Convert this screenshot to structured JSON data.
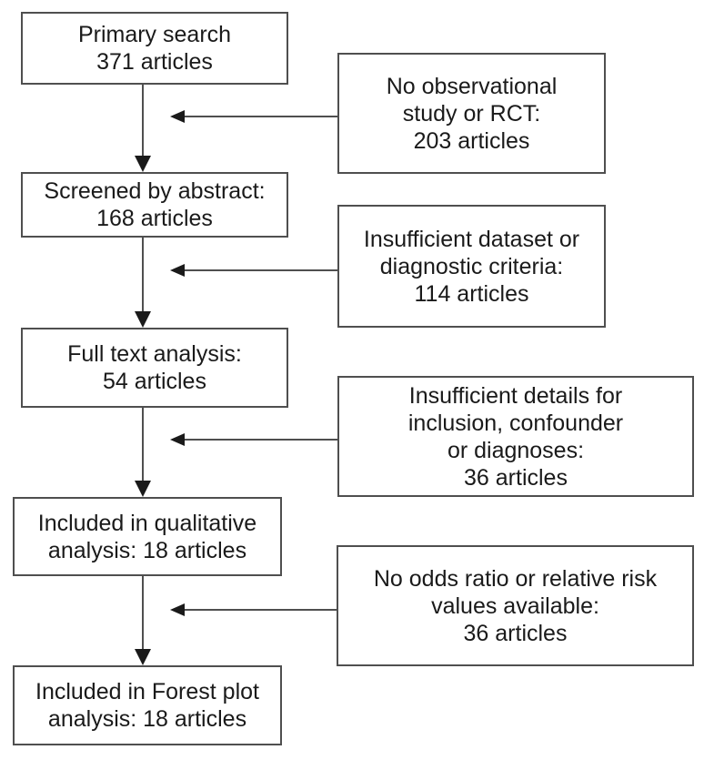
{
  "diagram": {
    "type": "flowchart",
    "description": "Article screening flow diagram",
    "colors": {
      "background": "#ffffff",
      "box_border": "#4f4f4f",
      "connector_line": "#4f4f4f",
      "arrowhead": "#1a1a1a",
      "text": "#1a1a1a"
    },
    "main_boxes": [
      {
        "id": "primary-search",
        "lines": [
          "Primary search",
          "371 articles"
        ]
      },
      {
        "id": "screened-by-abstract",
        "lines": [
          "Screened by abstract:",
          "168 articles"
        ]
      },
      {
        "id": "full-text-analysis",
        "lines": [
          "Full text analysis:",
          "54 articles"
        ]
      },
      {
        "id": "qualitative-analysis",
        "lines": [
          "Included in qualitative",
          "analysis: 18 articles"
        ]
      },
      {
        "id": "forest-plot-analysis",
        "lines": [
          "Included in Forest plot",
          "analysis: 18 articles"
        ]
      }
    ],
    "exclusion_boxes": [
      {
        "id": "no-observational-study",
        "lines": [
          "No observational",
          "study or RCT:",
          "203 articles"
        ]
      },
      {
        "id": "insufficient-dataset",
        "lines": [
          "Insufficient dataset or",
          "diagnostic criteria:",
          "114 articles"
        ]
      },
      {
        "id": "insufficient-details",
        "lines": [
          "Insufficient details for",
          "inclusion, confounder",
          "or diagnoses:",
          "36 articles"
        ]
      },
      {
        "id": "no-odds-ratio",
        "lines": [
          "No odds ratio or relative risk",
          "values available:",
          "36 articles"
        ]
      }
    ]
  }
}
